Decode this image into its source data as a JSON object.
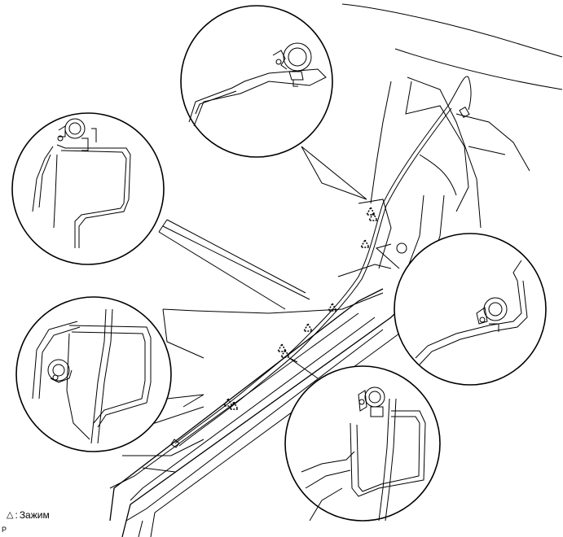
{
  "legend": {
    "symbol": "△",
    "separator": ":",
    "label": "Зажим"
  },
  "figure_code": "P",
  "clip_markers_count": 9
}
